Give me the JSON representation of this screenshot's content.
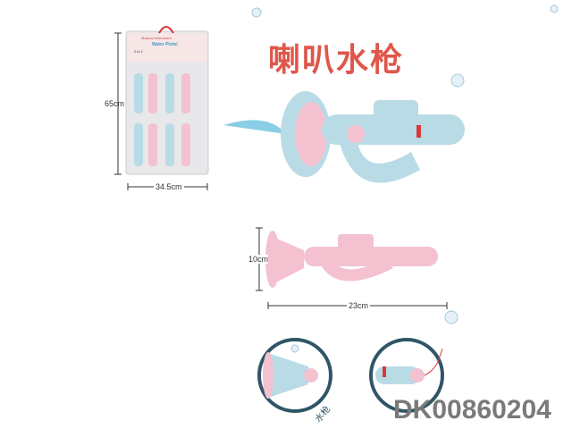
{
  "title": "喇叭水枪",
  "package": {
    "line1": "Musical Instrument",
    "line2": "Water Pistol",
    "badge": "2 in 1"
  },
  "dimensions": {
    "pack_height": "65cm",
    "pack_width": "34.5cm",
    "toy_height": "10cm",
    "toy_width": "23cm"
  },
  "detail_label": "水枪",
  "product_code": "DK00860204",
  "colors": {
    "blue": "#b9dbe6",
    "pink": "#f3c1cf",
    "ring": "#2f5566",
    "red": "#d83a3a"
  }
}
